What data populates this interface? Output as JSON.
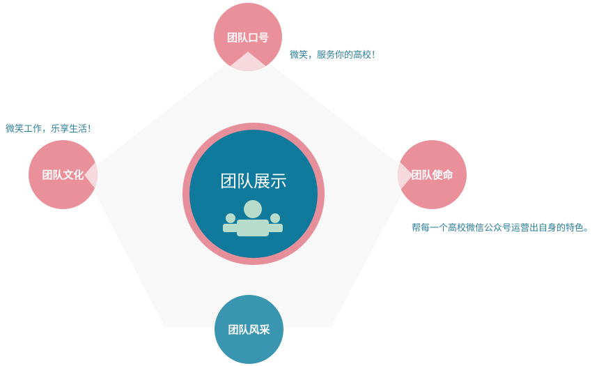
{
  "center": {
    "title": "团队展示",
    "icon": "people-icon"
  },
  "nodes": {
    "top": {
      "label": "团队口号",
      "caption": "微笑，服务你的高校！"
    },
    "left": {
      "label": "团队文化",
      "caption": "微笑工作，乐享生活！"
    },
    "right": {
      "label": "团队使命",
      "caption": "帮每一个高校微信公众号运营出自身的特色。"
    },
    "bottom": {
      "label": "团队风采"
    }
  },
  "colors": {
    "pink": "#e9909a",
    "pink_light": "#f6d9dd",
    "blue": "#3a95b0",
    "center_blue": "#0f7a9c",
    "caption_text": "#2c7f9c",
    "pentagon_fill": "#f8f8f8",
    "icon_fill": "#b8dccb"
  }
}
